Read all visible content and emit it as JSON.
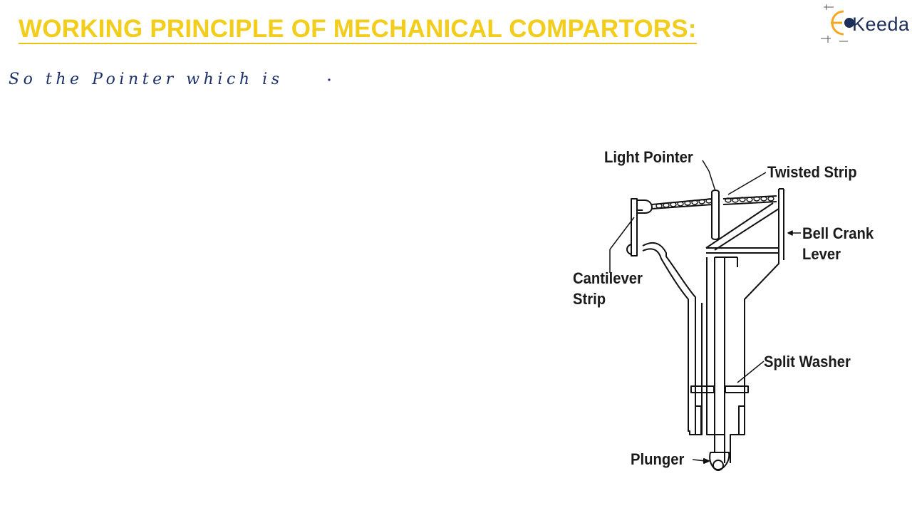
{
  "slide": {
    "title": "WORKING PRINCIPLE OF MECHANICAL COMPARTORS:",
    "handwritten_note": "So the Pointer which is",
    "logo_text": "Keeda"
  },
  "diagram": {
    "labels": {
      "light_pointer": "Light Pointer",
      "twisted_strip": "Twisted Strip",
      "bell_crank_lever_1": "Bell Crank",
      "bell_crank_lever_2": "Lever",
      "cantilever_strip_1": "Cantilever",
      "cantilever_strip_2": "Strip",
      "split_washer": "Split Washer",
      "plunger": "Plunger"
    }
  },
  "colors": {
    "title": "#f2cd1c",
    "ink": "#1c2f6a",
    "logo_accent": "#f5a623",
    "logo_dark": "#1c2f5a"
  }
}
